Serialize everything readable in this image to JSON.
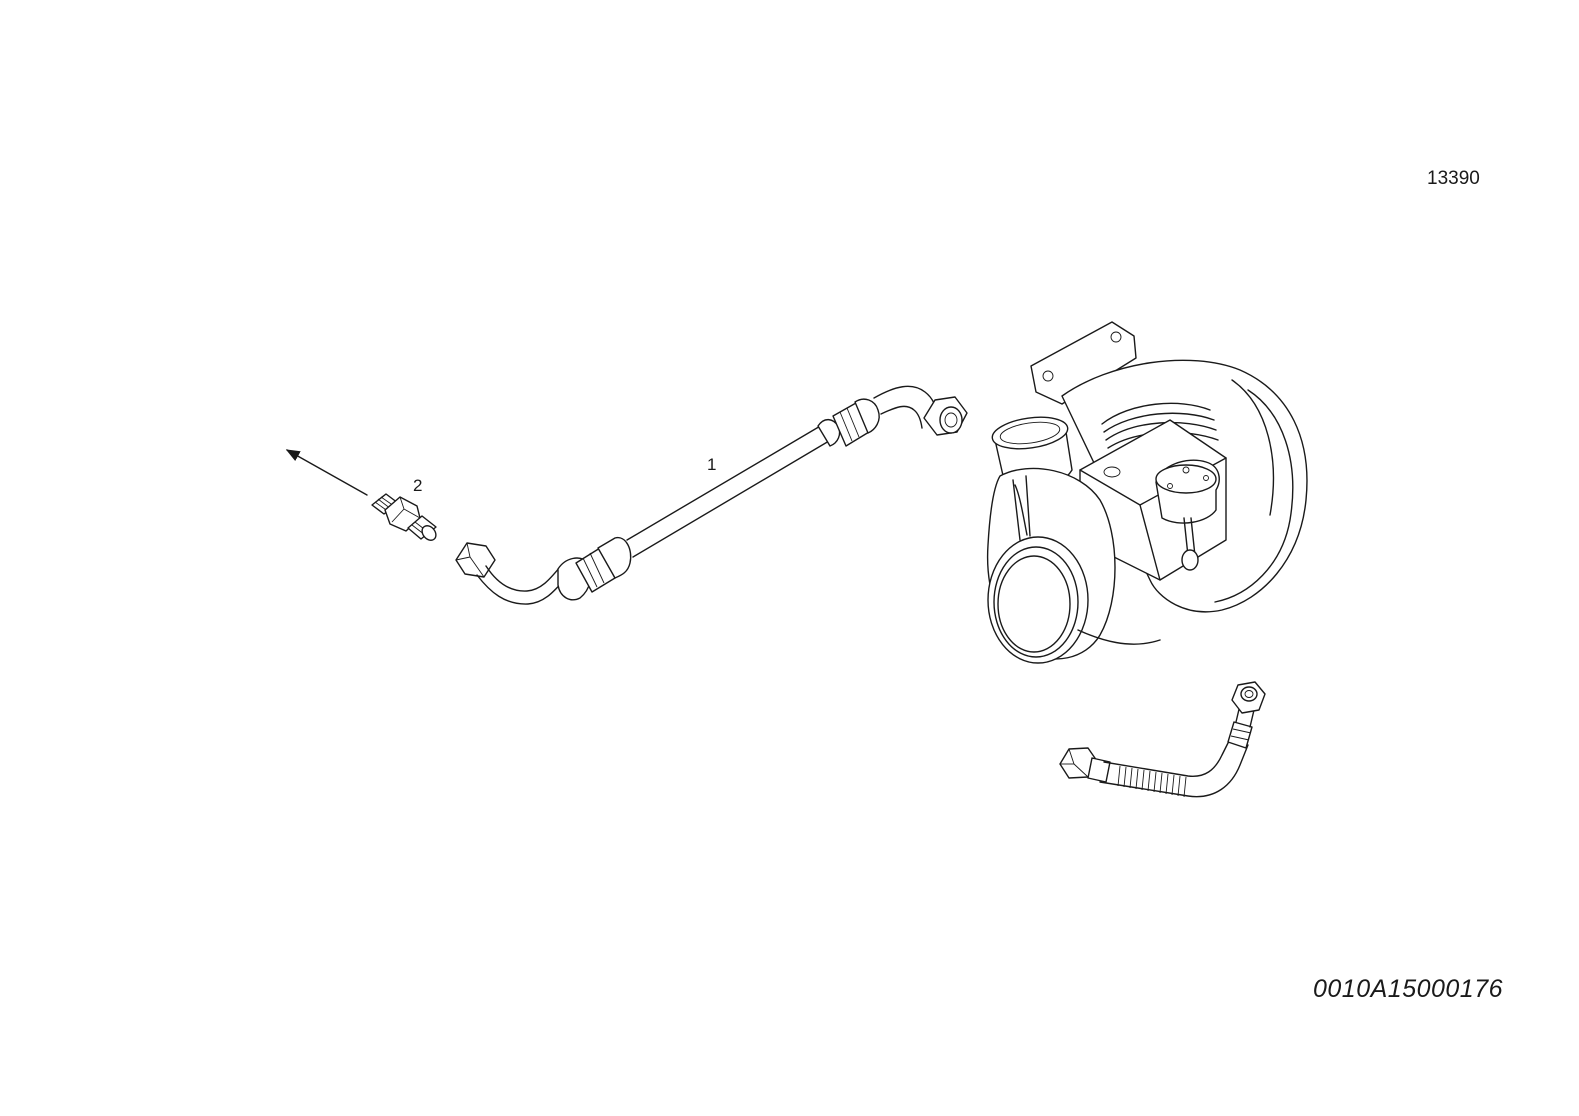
{
  "diagram": {
    "reference_code": "13390",
    "drawing_id": "0010A15000176",
    "callouts": [
      {
        "label": "1"
      },
      {
        "label": "2"
      }
    ],
    "parts": [
      {
        "name": "oil-feed-pipe"
      },
      {
        "name": "adapter-fitting"
      },
      {
        "name": "turbocharger"
      },
      {
        "name": "oil-return-hose"
      }
    ]
  }
}
